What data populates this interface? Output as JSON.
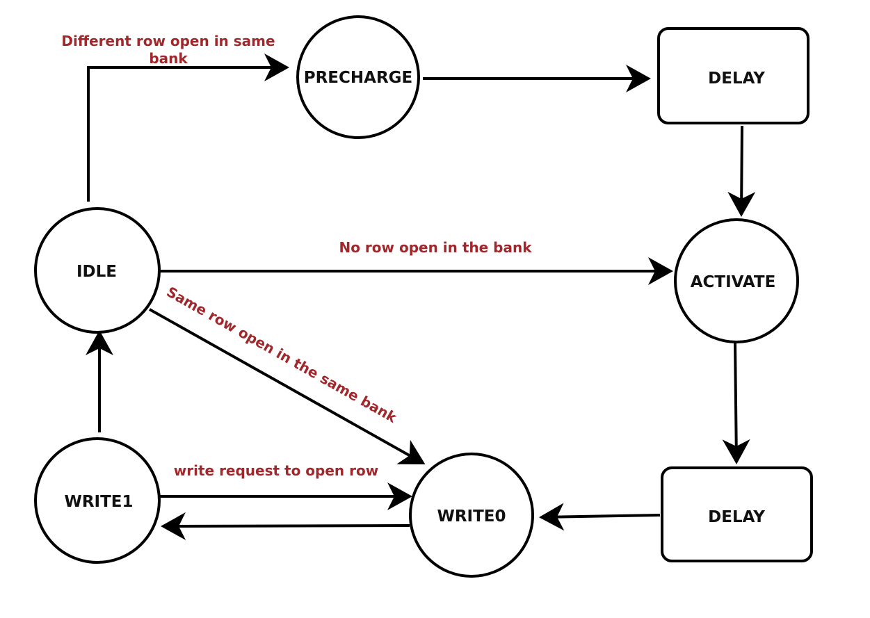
{
  "nodes": {
    "precharge": "PRECHARGE",
    "delay_top": "DELAY",
    "idle": "IDLE",
    "activate": "ACTIVATE",
    "write1": "WRITE1",
    "write0": "WRITE0",
    "delay_bottom": "DELAY"
  },
  "edges": {
    "idle_to_precharge": {
      "line1": "Different row open in same",
      "line2": "bank"
    },
    "idle_to_activate": "No row open in the bank",
    "idle_to_write0": "Same row open in the same bank",
    "write1_to_write0": "write request to open row"
  },
  "colors": {
    "label": "#a0282c",
    "stroke": "#000000"
  }
}
